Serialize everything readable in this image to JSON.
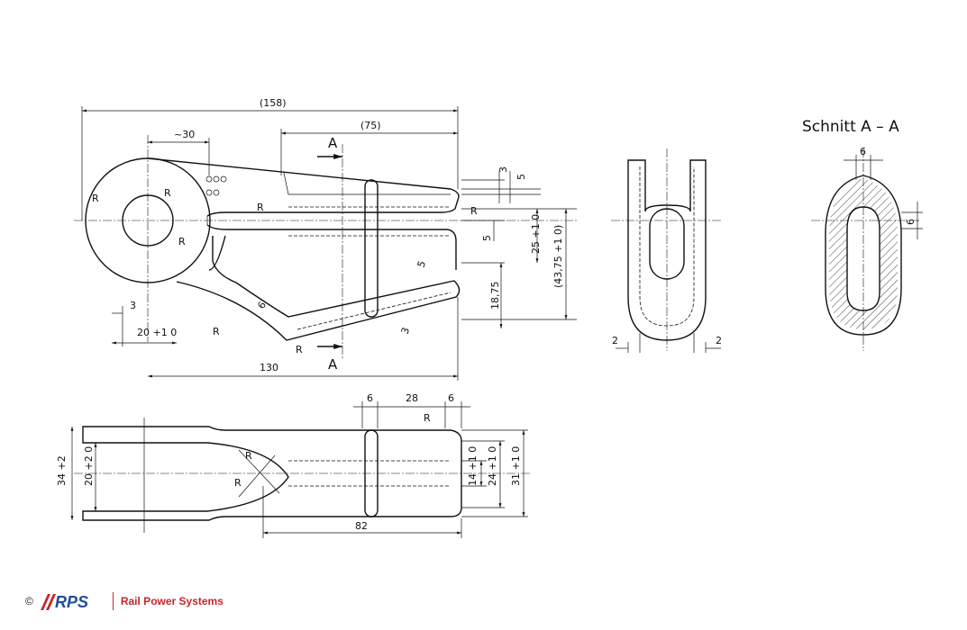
{
  "section_title": "Schnitt  A – A",
  "section_marks": [
    "A",
    "A"
  ],
  "dimensions": {
    "d158": "(158)",
    "d75": "(75)",
    "d30": "~30",
    "d3a": "3",
    "d5a": "5",
    "d5b": "5",
    "d25": "25 +1 0",
    "d43": "(43,75 +1 0)",
    "d18": "18,75",
    "d5c": "5",
    "d3b": "3",
    "d6a": "6",
    "d3c": "3",
    "d20": "20 +1 0",
    "d130": "130",
    "r1": "R",
    "r2": "R",
    "r3": "R",
    "r4": "R",
    "r5": "R",
    "r6": "R",
    "r7": "R",
    "d2a": "2",
    "d2b": "2",
    "s6a": "6",
    "s6b": "6",
    "b6a": "6",
    "b28": "28",
    "b6b": "6",
    "b34": "34 +2",
    "b20": "20 +2 0",
    "b14": "14 +1 0",
    "b24": "24 +1 0",
    "b31": "31 +1 0",
    "b82": "82",
    "br1": "R",
    "br2": "R",
    "br3": "R"
  },
  "footer": {
    "copyright": "©",
    "logo_text": "RPS",
    "company": "Rail Power Systems"
  },
  "colors": {
    "brand_red": "#c7252b",
    "brand_blue": "#1f4e9a",
    "line": "#111111"
  }
}
